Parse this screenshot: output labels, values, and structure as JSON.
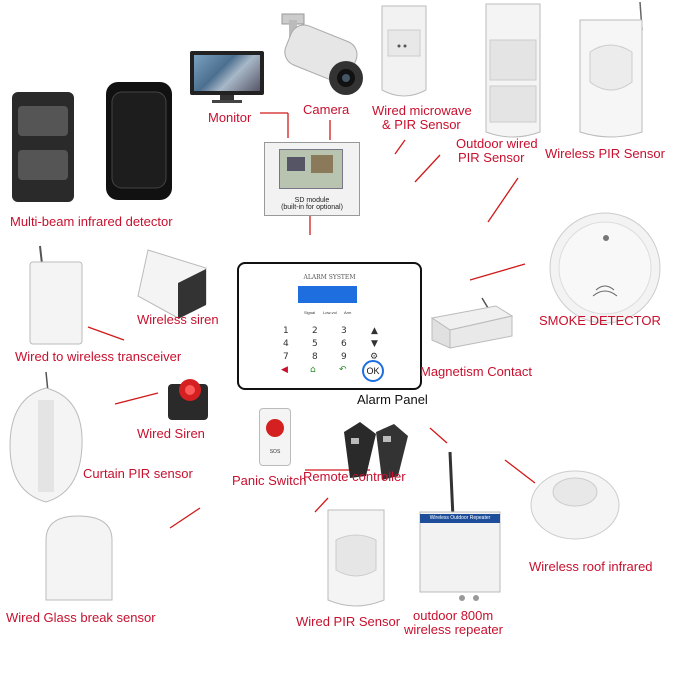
{
  "labels": {
    "monitor": "Monitor",
    "camera": "Camera",
    "wired_microwave_1": "Wired microwave",
    "wired_microwave_2": "& PIR Sensor",
    "outdoor_wired_1": "Outdoor wired",
    "outdoor_wired_2": "PIR Sensor",
    "wireless_pir": "Wireless PIR Sensor",
    "sd_module_1": "SD module",
    "sd_module_2": "(built-in for optional)",
    "multi_beam": "Multi-beam infrared detector",
    "wireless_siren": "Wireless siren",
    "smoke_detector": "SMOKE DETECTOR",
    "transceiver": "Wired to wireless transceiver",
    "magnetism": "Magnetism Contact",
    "alarm_panel": "Alarm Panel",
    "wired_siren": "Wired Siren",
    "curtain_pir": "Curtain PIR sensor",
    "panic_switch": "Panic Switch",
    "remote_controller": "Remote controller",
    "wireless_roof": "Wireless roof infrared",
    "glass_break": "Wired Glass break sensor",
    "wired_pir": "Wired PIR Sensor",
    "repeater_1": "outdoor 800m",
    "repeater_2": "wireless repeater"
  },
  "panel": {
    "title": "ALARM SYSTEM",
    "status": [
      "Signal",
      "Low-vol",
      "Arm"
    ],
    "keys": [
      "1",
      "2",
      "3",
      "4",
      "5",
      "6",
      "7",
      "8",
      "9"
    ],
    "ok": "OK"
  },
  "repeater_tag": "Wireless Outdoor Repeater",
  "panic_tag": "SOS",
  "colors": {
    "label": "#c8102e",
    "connector": "#d11a1a",
    "lcd": "#1e6ee0"
  }
}
